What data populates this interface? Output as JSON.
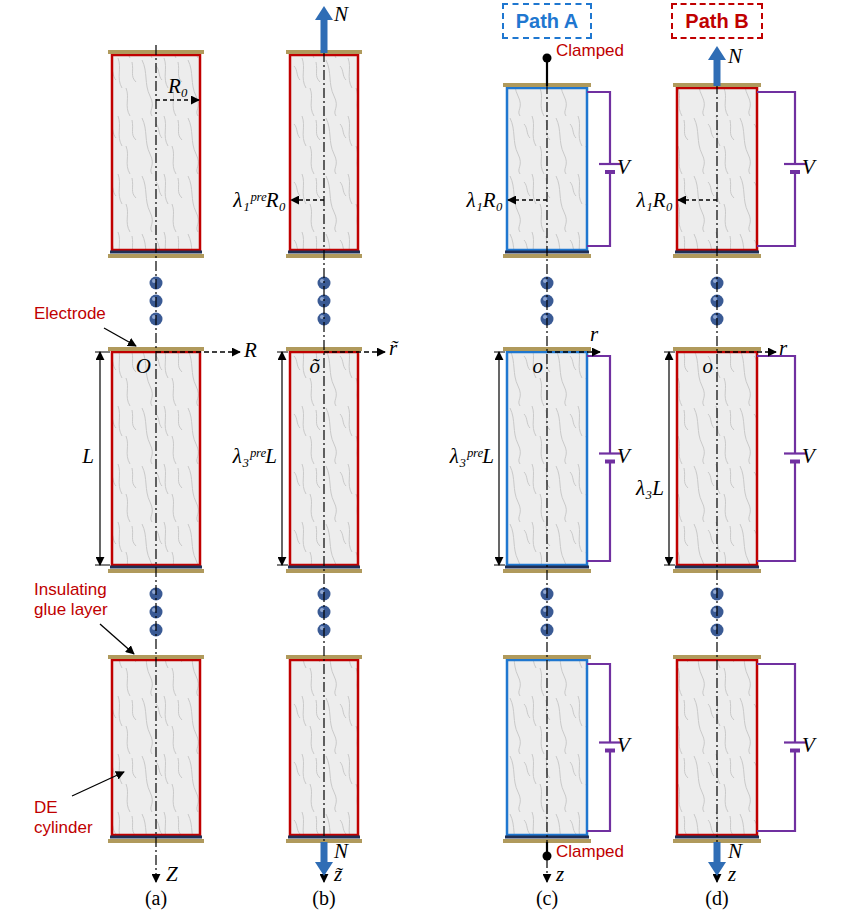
{
  "diagram": {
    "nodes": [
      {
        "text": [
          "Path A"
        ]
      },
      {
        "text": [
          "Path B"
        ]
      }
    ],
    "labels": [
      "R₀",
      "Electrode",
      "O",
      "R",
      "L",
      "Insulating glue layer",
      "DE cylinder",
      "Z",
      "N",
      "λ₁ᵖʳᵉR₀",
      "õ",
      "r̃",
      "λ₃ᵖʳᵉL",
      "N",
      "z̃",
      "Clamped",
      "V",
      "λ₁R₀",
      "o",
      "r",
      "λ₃ᵖʳᵉL",
      "V",
      "V",
      "Clamped",
      "z",
      "N",
      "V",
      "λ₁R₀",
      "o",
      "r",
      "λ₃L",
      "V",
      "V",
      "N",
      "z",
      "(a)",
      "(b)",
      "(c)",
      "(d)"
    ]
  }
}
